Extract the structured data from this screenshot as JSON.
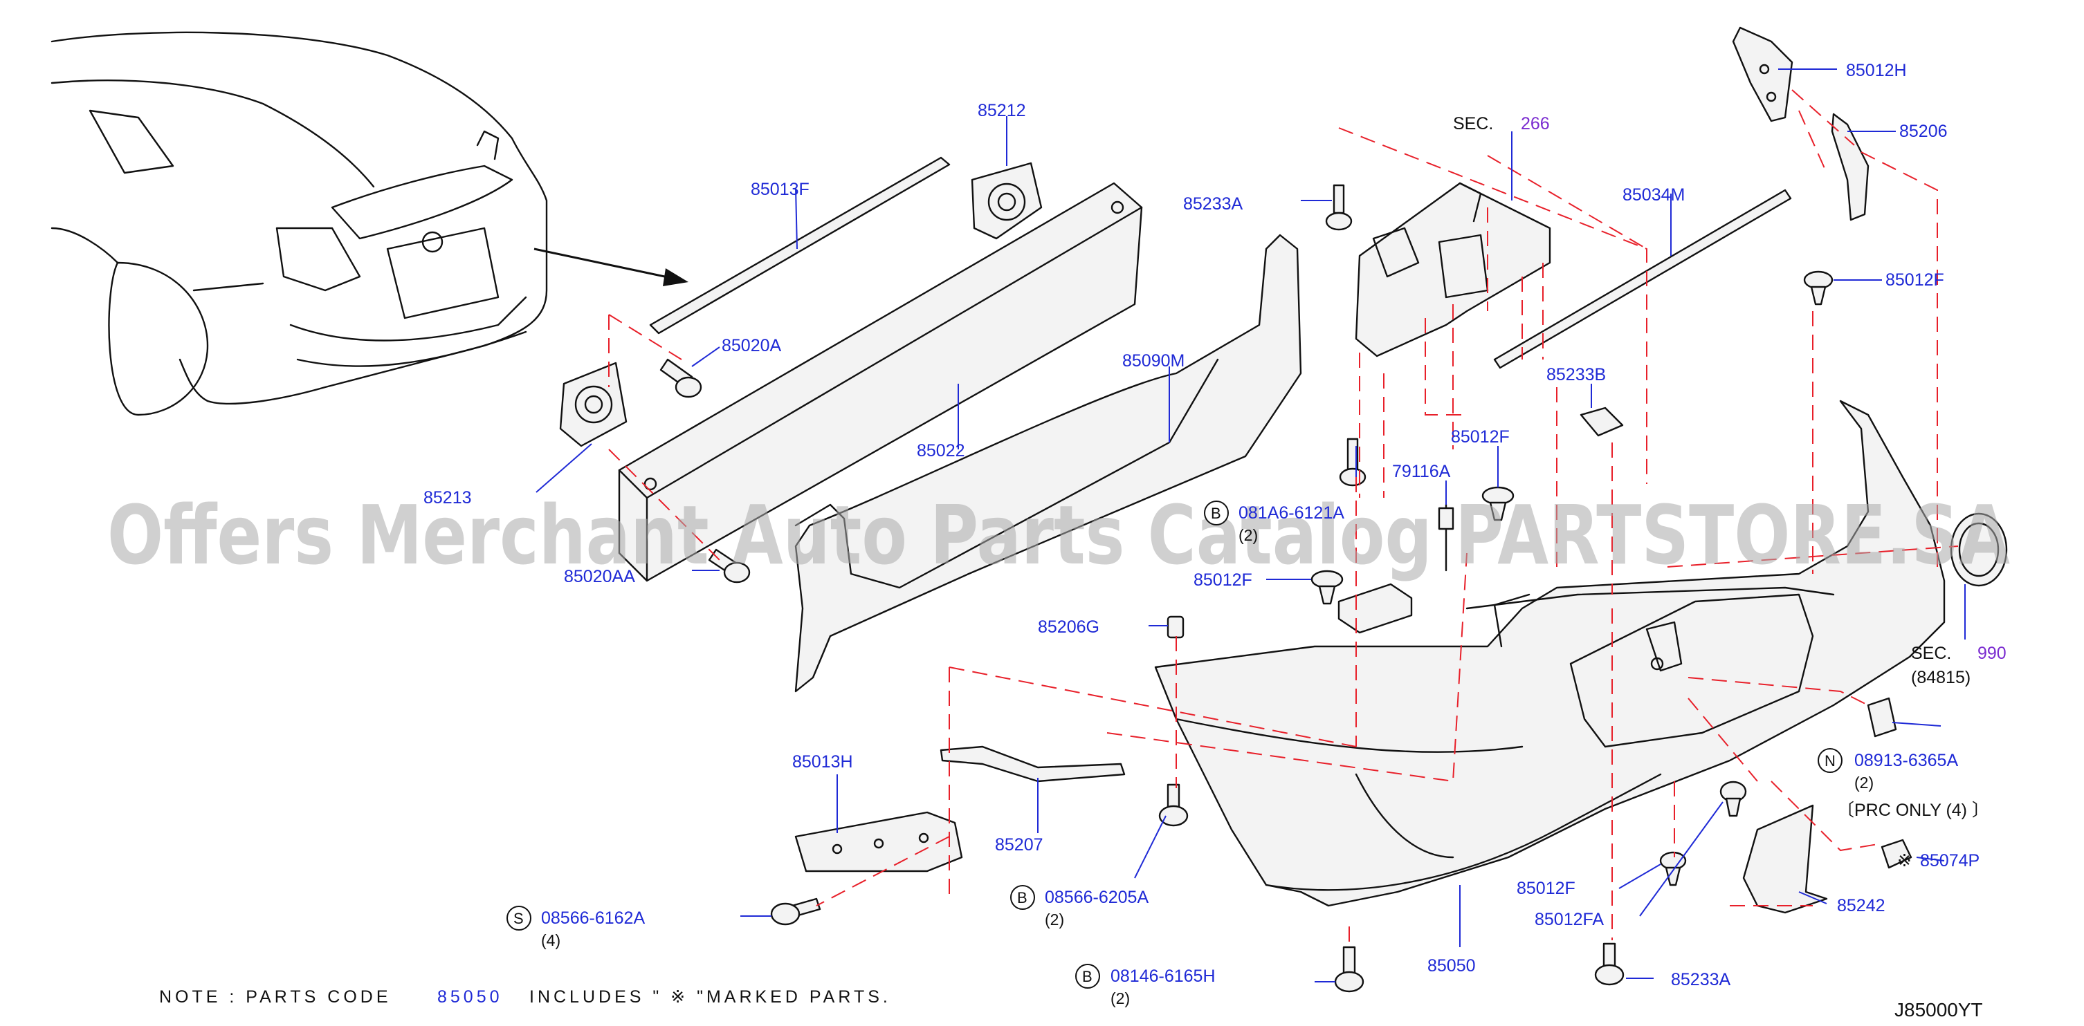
{
  "callouts": {
    "p85013F": "85013F",
    "p85212": "85212",
    "p85020A": "85020A",
    "p85213": "85213",
    "p85022": "85022",
    "p85090M": "85090M",
    "p85020AA": "85020AA",
    "p85233A_top": "85233A",
    "sec266_label": "SEC.",
    "sec266_num": "266",
    "p85034M": "85034M",
    "p85012H": "85012H",
    "p85206": "85206",
    "p85012F_r": "85012F",
    "p85233B": "85233B",
    "p85012F_mid": "85012F",
    "p79116A": "79116A",
    "b081A6_prefix": "B",
    "b081A6": "081A6-6121A",
    "b081A6_qty": "(2)",
    "p85012F_left": "85012F",
    "p85206G": "85206G",
    "p85013H": "85013H",
    "p85207": "85207",
    "b08566_prefix": "B",
    "b08566": "08566-6205A",
    "b08566_qty": "(2)",
    "s08566_prefix": "S",
    "s08566": "08566-6162A",
    "s08566_qty": "(4)",
    "b08146_prefix": "B",
    "b08146": "08146-6165H",
    "b08146_qty": "(2)",
    "p85050": "85050",
    "p85012F_bot": "85012F",
    "p85012FA": "85012FA",
    "p85233A_bot": "85233A",
    "p85242": "85242",
    "p85074P": "85074P",
    "p85074P_mark": "※",
    "n08913_prefix": "N",
    "n08913": "08913-6365A",
    "n08913_qty": "(2)",
    "prc_only": "〔PRC  ONLY  (4)  〕",
    "sec990_label": "SEC.",
    "sec990_num": "990",
    "sec990_sub": "(84815)"
  },
  "note": {
    "prefix": "NOTE  :  PARTS  CODE",
    "code": "85050",
    "suffix": "INCLUDES  \"  ※  \"MARKED  PARTS."
  },
  "diagram_id": "J85000YT",
  "watermark": "Offers Merchant Auto Parts Catalog PARTSTORE.SA",
  "colors": {
    "part_number": "#1f2ad6",
    "section_number": "#7a2bd0",
    "dash_line": "#e8202a",
    "watermark": "#a9a9a9"
  }
}
